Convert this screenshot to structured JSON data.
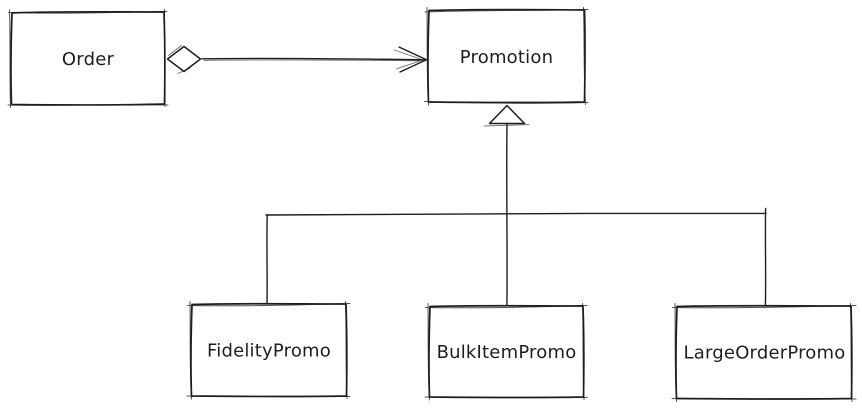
{
  "diagram": {
    "kind": "uml-class-diagram",
    "style": "hand-drawn-sketch",
    "background_color": "#ffffff",
    "stroke_color": "#1e1e1e",
    "nodes": [
      {
        "id": "order",
        "label": "Order"
      },
      {
        "id": "promotion",
        "label": "Promotion"
      },
      {
        "id": "fidelity_promo",
        "label": "FidelityPromo"
      },
      {
        "id": "bulk_item_promo",
        "label": "BulkItemPromo"
      },
      {
        "id": "large_order_promo",
        "label": "LargeOrderPromo"
      }
    ],
    "edges": [
      {
        "from": "Order",
        "to": "Promotion",
        "relation": "aggregation",
        "tail_marker": "hollow-diamond",
        "head_marker": "open-arrowhead"
      },
      {
        "from": "FidelityPromo",
        "to": "Promotion",
        "relation": "generalization",
        "head_marker": "hollow-triangle"
      },
      {
        "from": "BulkItemPromo",
        "to": "Promotion",
        "relation": "generalization",
        "head_marker": "hollow-triangle"
      },
      {
        "from": "LargeOrderPromo",
        "to": "Promotion",
        "relation": "generalization",
        "head_marker": "hollow-triangle"
      }
    ]
  }
}
